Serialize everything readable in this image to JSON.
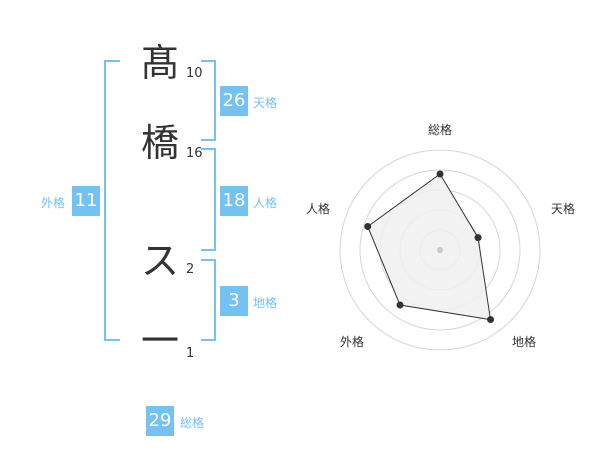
{
  "name_chars": [
    {
      "char": "髙",
      "strokes": "10"
    },
    {
      "char": "橋",
      "strokes": "16"
    },
    {
      "char": "ス",
      "strokes": "2"
    },
    {
      "char": "一",
      "strokes": "1"
    }
  ],
  "kaku": {
    "tenkaku": {
      "value": "26",
      "label": "天格"
    },
    "jinkaku": {
      "value": "18",
      "label": "人格"
    },
    "chikaku": {
      "value": "3",
      "label": "地格"
    },
    "gaikaku": {
      "value": "11",
      "label": "外格"
    },
    "soukaku": {
      "value": "29",
      "label": "総格"
    }
  },
  "chart_data": {
    "type": "radar",
    "axes": [
      "総格",
      "天格",
      "地格",
      "外格",
      "人格"
    ],
    "values": [
      3.8,
      2.0,
      4.3,
      3.4,
      3.8
    ],
    "range": [
      0,
      5
    ],
    "rings": 5,
    "colors": {
      "fill": "#f0f0f0",
      "stroke": "#333333",
      "grid": "#d6d6d6",
      "point": "#333333"
    }
  }
}
